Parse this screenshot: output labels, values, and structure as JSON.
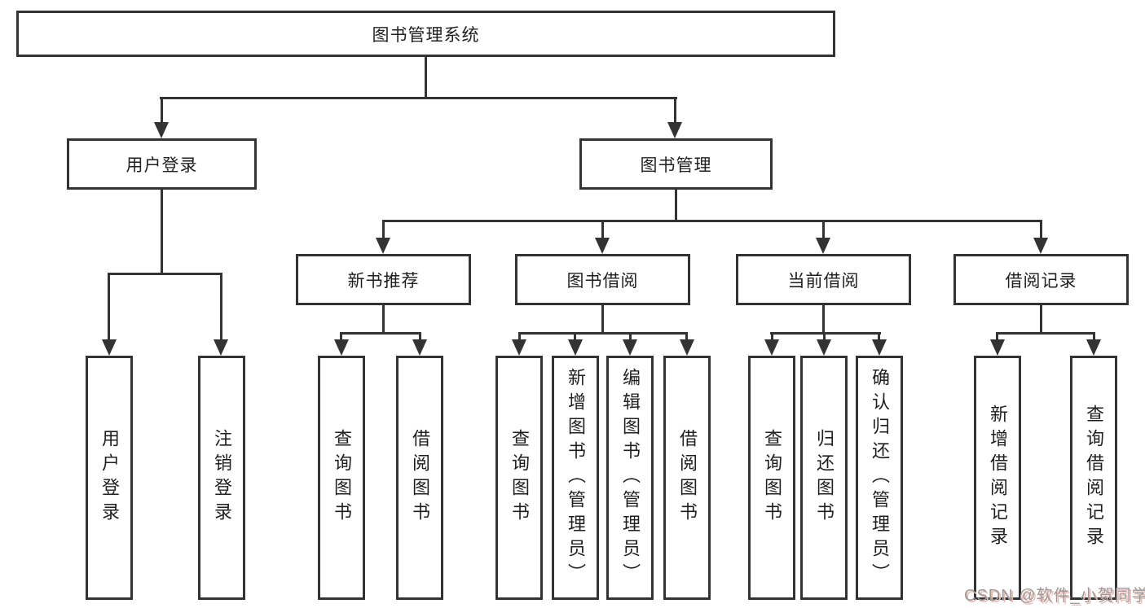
{
  "diagram": {
    "type": "hierarchy-tree",
    "nodes": {
      "root": "图书管理系统",
      "user_login": "用户登录",
      "book_management": "图书管理",
      "new_book_recommendation": "新书推荐",
      "book_borrowing": "图书借阅",
      "current_borrowing": "当前借阅",
      "borrowing_records": "借阅记录"
    },
    "leaves": {
      "user_login": [
        "用户登录",
        "注销登录"
      ],
      "new_book_recommendation": [
        "查询图书",
        "借阅图书"
      ],
      "book_borrowing": [
        "查询图书",
        "新增图书（管理员）",
        "编辑图书（管理员）",
        "借阅图书"
      ],
      "current_borrowing": [
        "查询图书",
        "归还图书",
        "确认归还（管理员）"
      ],
      "borrowing_records": [
        "新增借阅记录",
        "查询借阅记录"
      ]
    },
    "watermark": "CSDN @软件_小贺同学",
    "colors": {
      "line": "#333333",
      "text": "#1f1f1f",
      "background": "#ffffff",
      "box_bg": "#ffffff",
      "watermark": "#9a9a9a",
      "watermark_shadow": "#f0b9b2"
    }
  }
}
